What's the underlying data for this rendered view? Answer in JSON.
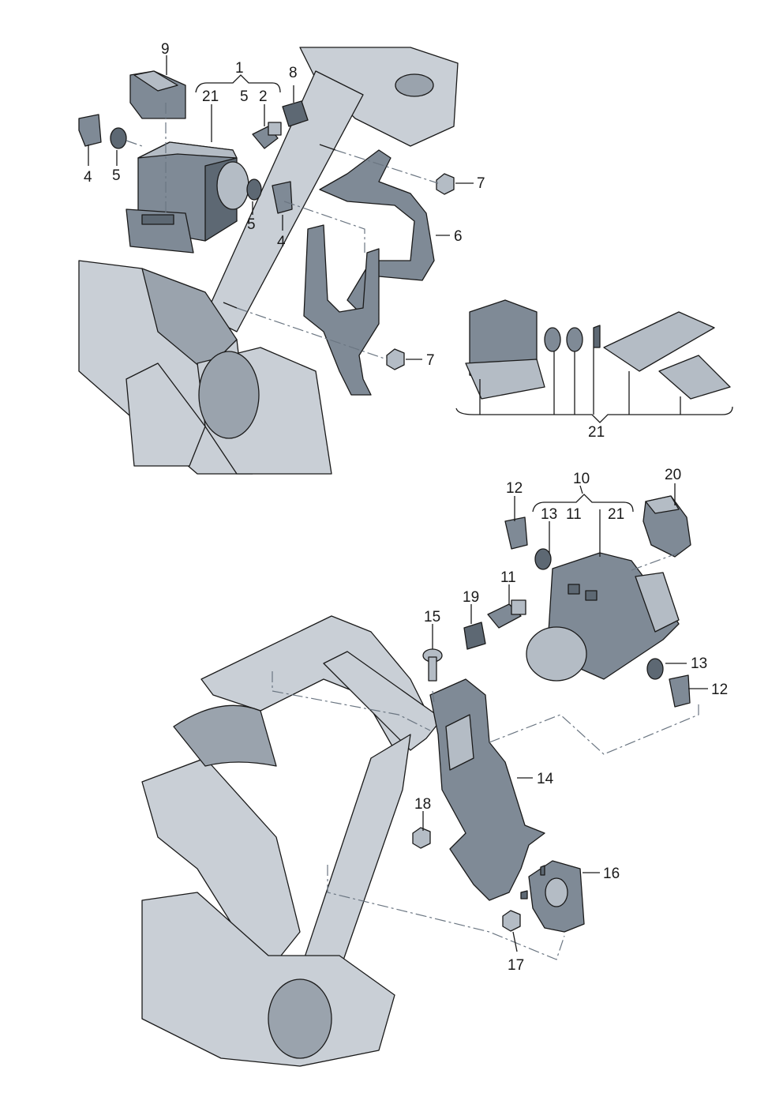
{
  "diagram": {
    "labels": {
      "l1": "1",
      "l2": "2",
      "l4a": "4",
      "l4b": "4",
      "l5a": "5",
      "l5b": "5",
      "l6": "6",
      "l7a": "7",
      "l7b": "7",
      "l8": "8",
      "l9": "9",
      "l21a": "21",
      "l5c": "5",
      "l21b": "21",
      "l10": "10",
      "l11a": "11",
      "l11b": "11",
      "l12a": "12",
      "l12b": "12",
      "l13a": "13",
      "l13b": "13",
      "l14": "14",
      "l15": "15",
      "l16": "16",
      "l17": "17",
      "l18": "18",
      "l19": "19",
      "l20": "20",
      "l21c": "21"
    }
  }
}
